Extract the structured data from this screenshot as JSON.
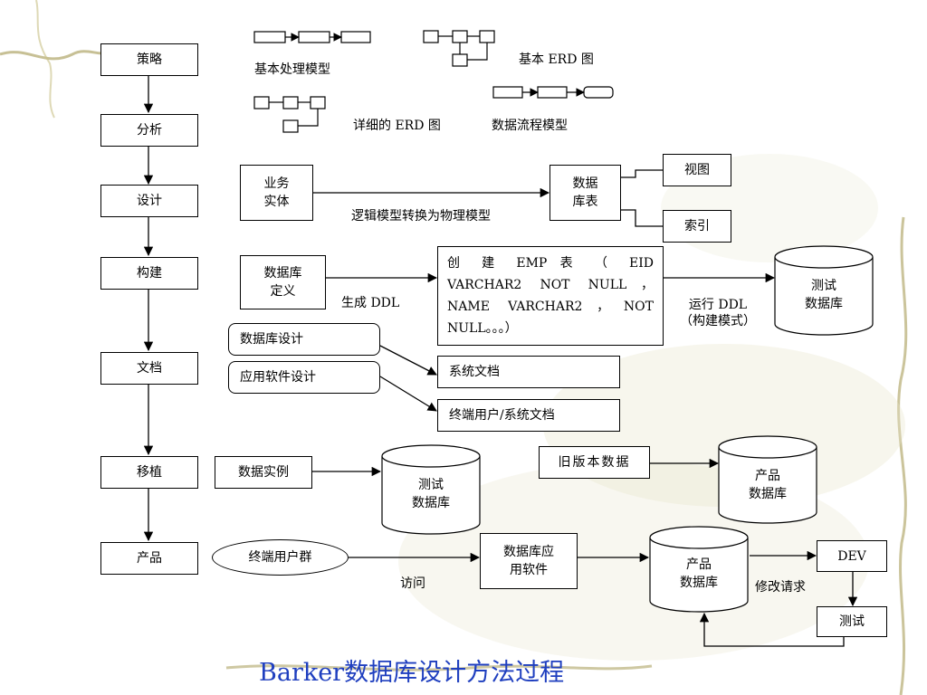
{
  "stages": [
    "策略",
    "分析",
    "设计",
    "构建",
    "文档",
    "移植",
    "产品"
  ],
  "legend": {
    "basic_process_model": "基本处理模型",
    "basic_erd": "基本 ERD 图",
    "detailed_erd": "详细的 ERD 图",
    "data_flow_model": "数据流程模型"
  },
  "design": {
    "business_entity_line1": "业务",
    "business_entity_line2": "实体",
    "conversion_label": "逻辑模型转换为物理模型",
    "db_table_line1": "数据",
    "db_table_line2": "库表",
    "view": "视图",
    "index": "索引"
  },
  "build": {
    "db_def_line1": "数据库",
    "db_def_line2": "定义",
    "generate_ddl": "生成 DDL",
    "ddl_line1": "创 建 EMP 表 （ EID",
    "ddl_line2": "VARCHAR2 NOT NULL，",
    "ddl_line3": "NAME VARCHAR2，NOT",
    "ddl_line4": "NULL。。。）",
    "run_ddl_line1": "运行 DDL",
    "run_ddl_line2": "（构建模式）",
    "test_db_line1": "测试",
    "test_db_line2": "数据库"
  },
  "docs": {
    "db_design": "数据库设计",
    "app_design": "应用软件设计",
    "system_doc": "系统文档",
    "user_system_doc": "终端用户/系统文档"
  },
  "migration": {
    "data_instance": "数据实例",
    "test_db_line1": "测试",
    "test_db_line2": "数据库",
    "old_data": "旧版本数据",
    "prod_db_line1": "产品",
    "prod_db_line2": "数据库"
  },
  "product": {
    "end_users": "终端用户群",
    "access": "访问",
    "db_app_line1": "数据库应",
    "db_app_line2": "用软件",
    "prod_db_line1": "产品",
    "prod_db_line2": "数据库",
    "change_request": "修改请求",
    "dev": "DEV",
    "test": "测试"
  },
  "title": "Barker数据库设计方法过程",
  "colors": {
    "title": "#1f3fbf",
    "vine": "#b9b07a",
    "leaf": "#c9c99a"
  }
}
